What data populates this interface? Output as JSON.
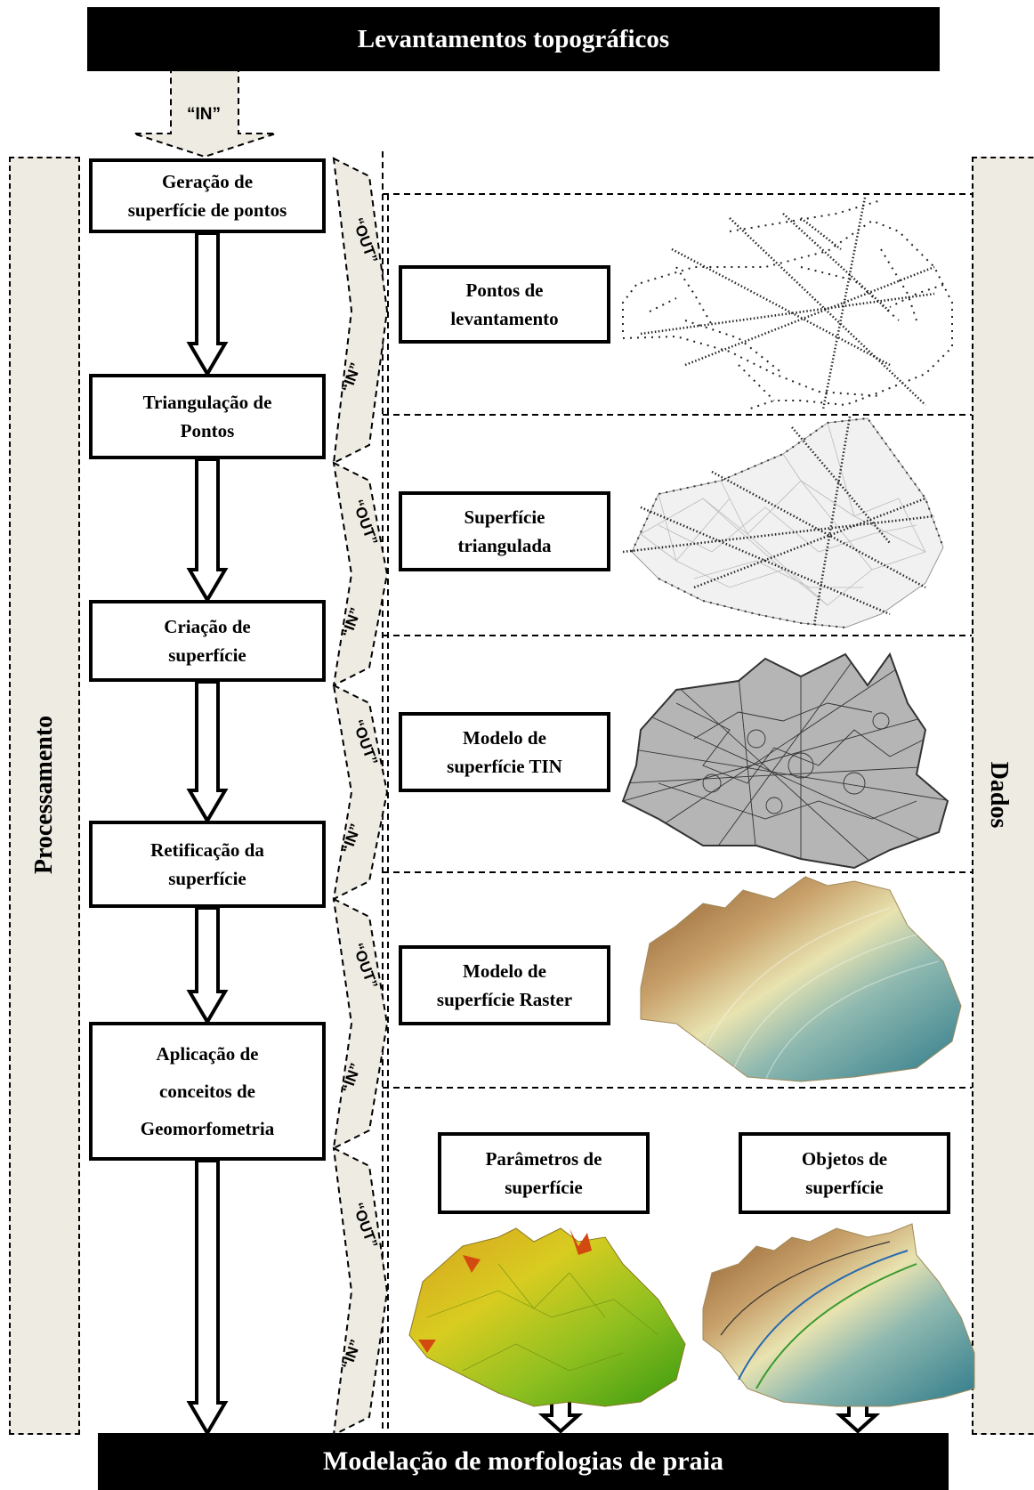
{
  "header": {
    "title": "Levantamentos topográficos"
  },
  "footer": {
    "title": "Modelação de morfologias de praia"
  },
  "side_labels": {
    "left": "Processamento",
    "right": "Dados"
  },
  "flow_labels": {
    "in": "“IN”",
    "out": "“OUT”"
  },
  "process_steps": [
    {
      "label": "Geração de\nsuperfície de pontos"
    },
    {
      "label": "Triangulação de\nPontos"
    },
    {
      "label": "Criação de\nsuperfície"
    },
    {
      "label": "Retificação da\nsuperfície"
    },
    {
      "label": "Aplicação de\nconceitos de\nGeomorfometria"
    }
  ],
  "data_items": [
    {
      "label": "Pontos de\nlevantamento"
    },
    {
      "label": "Superfície\ntriangulada"
    },
    {
      "label": "Modelo de\nsuperfície TIN"
    },
    {
      "label": "Modelo de\nsuperfície Raster"
    },
    {
      "label": "Parâmetros de\nsuperfície"
    },
    {
      "label": "Objetos de\nsuperfície"
    }
  ],
  "colors": {
    "panel": "#eeebe3",
    "bar": "#000000",
    "raster_high": "#8b5a2b",
    "raster_mid": "#e8e3b0",
    "raster_low": "#2e7a8a"
  }
}
